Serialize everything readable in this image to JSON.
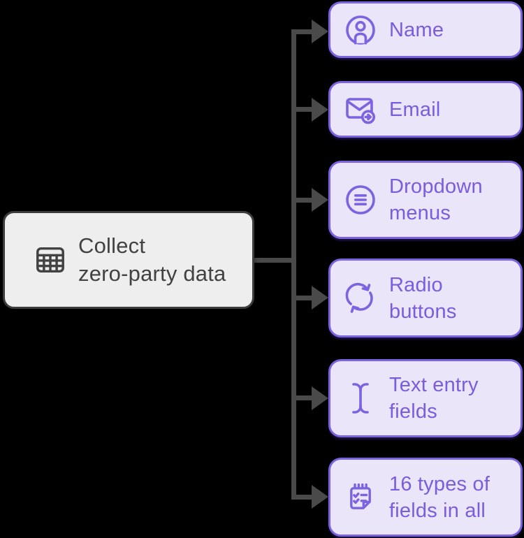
{
  "theme": {
    "accent": "#7C63E0",
    "node-fill": "#EAE5F9",
    "node-text": "#7A5CDE",
    "line": "#4A4A4A",
    "root-fill": "#EFEEEE",
    "root-border": "#3D3D3D",
    "root-text": "#424242",
    "bg": "#000000"
  },
  "root": {
    "icon": "table-grid-icon",
    "lines": [
      "Collect",
      "zero-party data"
    ]
  },
  "children": [
    {
      "id": "name",
      "icon": "user-circle-icon",
      "lines": [
        "Name"
      ]
    },
    {
      "id": "email",
      "icon": "mail-arrow-icon",
      "lines": [
        "Email"
      ]
    },
    {
      "id": "dropdown-menus",
      "icon": "menu-circle-icon",
      "lines": [
        "Dropdown",
        "menus"
      ]
    },
    {
      "id": "radio-buttons",
      "icon": "refresh-circle-icon",
      "lines": [
        "Radio",
        "buttons"
      ]
    },
    {
      "id": "text-entry-fields",
      "icon": "text-cursor-icon",
      "lines": [
        "Text entry",
        "fields"
      ]
    },
    {
      "id": "sixteen-types",
      "icon": "checklist-notepad-icon",
      "lines": [
        "16 types of",
        "fields in all"
      ]
    }
  ]
}
